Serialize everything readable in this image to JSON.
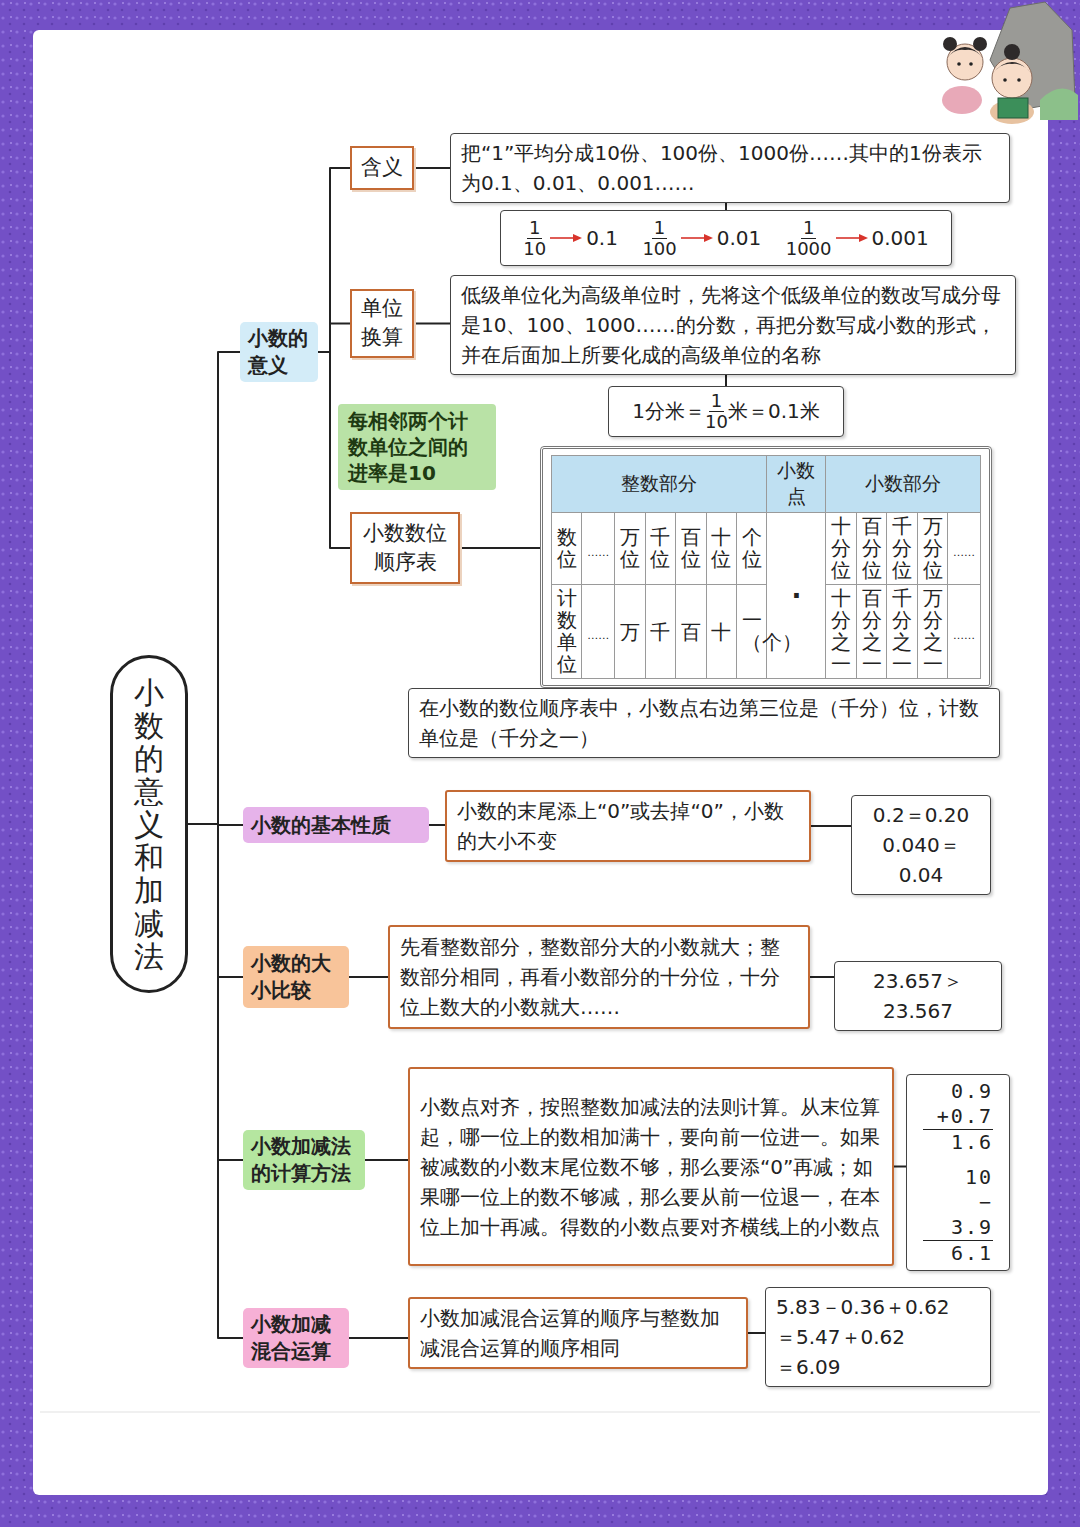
{
  "diagram": {
    "nodes": [
      {
        "text": [
          "小数的意义和加减法"
        ]
      },
      {
        "text": [
          "小数的意义"
        ]
      },
      {
        "text": [
          "含义"
        ]
      },
      {
        "text": [
          "把“1”平均分成10份、100份、1000份……其中的1份表示为0.1、0.01、0.001……"
        ]
      },
      {
        "text": [
          "1",
          "10",
          "0.1",
          "1",
          "100",
          "0.01",
          "1",
          "1000",
          "0.001"
        ]
      },
      {
        "text": [
          "单位换算"
        ]
      },
      {
        "text": [
          "低级单位化为高级单位时，先将这个低级单位的数改写成分母是10、100、1000……的分数，再把分数写成小数的形式，并在后面加上所要化成的高级单位的名称"
        ]
      },
      {
        "text": [
          "1分米＝",
          "1",
          "10",
          "米＝0.1米"
        ]
      },
      {
        "text": [
          "每相邻两个计数单位之间的进率是10"
        ]
      },
      {
        "text": [
          "小数数位顺序表"
        ]
      },
      {
        "text": [
          "整数部分",
          "小数点",
          "小数部分",
          "数位",
          "……",
          "万位",
          "千位",
          "百位",
          "十位",
          "个位",
          "·",
          "十分位",
          "百分位",
          "千分位",
          "万分位",
          "……",
          "计数单位",
          "……",
          "万",
          "千",
          "百",
          "十",
          "一（个）",
          "十分之一",
          "百分之一",
          "千分之一",
          "万分之一",
          "……"
        ]
      },
      {
        "text": [
          "在小数的数位顺序表中，小数点右边第三位是（千分）位，计数单位是（千分之一）"
        ]
      },
      {
        "text": [
          "小数的基本性质"
        ]
      },
      {
        "text": [
          "小数的末尾添上“0”或去掉“0”，小数的大小不变"
        ]
      },
      {
        "text": [
          "0.2＝0.20",
          "0.040＝0.04"
        ]
      },
      {
        "text": [
          "小数的大小比较"
        ]
      },
      {
        "text": [
          "先看整数部分，整数部分大的小数就大；整数部分相同，再看小数部分的十分位，十分位上数大的小数就大……"
        ]
      },
      {
        "text": [
          "23.657＞23.567"
        ]
      },
      {
        "text": [
          "小数加减法的计算方法"
        ]
      },
      {
        "text": [
          "小数点对齐，按照整数加减法的法则计算。从末位算起，哪一位上的数相加满十，要向前一位进一。如果被减数的小数末尾位数不够，那么要添“0”再减；如果哪一位上的数不够减，那么要从前一位退一，在本位上加十再减。得数的小数点要对齐横线上的小数点"
        ]
      },
      {
        "text": [
          "0.9",
          "+0.7",
          "1.6",
          "10",
          "− 3.9",
          "6.1"
        ]
      },
      {
        "text": [
          "小数加减混合运算"
        ]
      },
      {
        "text": [
          "小数加减混合运算的顺序与整数加减混合运算的顺序相同"
        ]
      },
      {
        "text": [
          "5.83－0.36＋0.62",
          "＝5.47＋0.62",
          "＝6.09"
        ]
      }
    ],
    "edges": [
      {
        "from": 0,
        "to": 1,
        "arrow": "none"
      },
      {
        "from": 1,
        "to": 2,
        "arrow": "none"
      },
      {
        "from": 2,
        "to": 3,
        "arrow": "none"
      },
      {
        "from": 3,
        "to": 4,
        "arrow": "none"
      },
      {
        "from": 1,
        "to": 5,
        "arrow": "none"
      },
      {
        "from": 5,
        "to": 6,
        "arrow": "none"
      },
      {
        "from": 6,
        "to": 7,
        "arrow": "none"
      },
      {
        "from": 1,
        "to": 9,
        "arrow": "none"
      },
      {
        "from": 9,
        "to": 10,
        "arrow": "none"
      },
      {
        "from": 10,
        "to": 11,
        "arrow": "none"
      },
      {
        "from": 0,
        "to": 12,
        "arrow": "none"
      },
      {
        "from": 12,
        "to": 13,
        "arrow": "none"
      },
      {
        "from": 13,
        "to": 14,
        "arrow": "none"
      },
      {
        "from": 0,
        "to": 15,
        "arrow": "none"
      },
      {
        "from": 15,
        "to": 16,
        "arrow": "none"
      },
      {
        "from": 16,
        "to": 17,
        "arrow": "none"
      },
      {
        "from": 0,
        "to": 18,
        "arrow": "none"
      },
      {
        "from": 18,
        "to": 19,
        "arrow": "none"
      },
      {
        "from": 19,
        "to": 20,
        "arrow": "none"
      },
      {
        "from": 0,
        "to": 21,
        "arrow": "none"
      },
      {
        "from": 21,
        "to": 22,
        "arrow": "none"
      },
      {
        "from": 22,
        "to": 23,
        "arrow": "none"
      }
    ]
  }
}
